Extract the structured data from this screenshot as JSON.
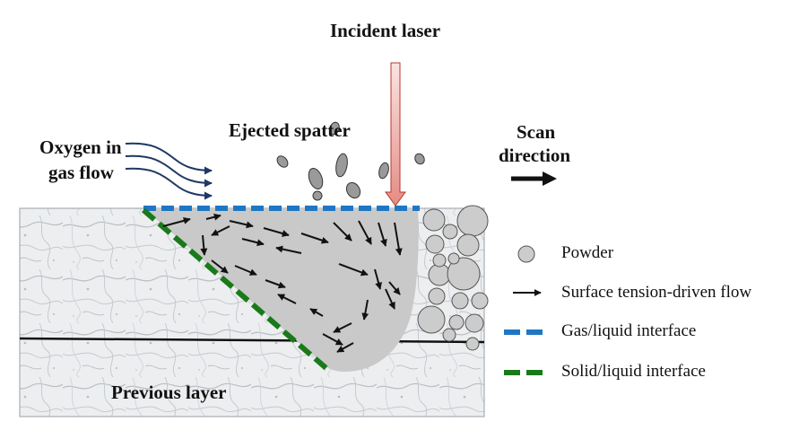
{
  "labels": {
    "incident_laser": "Incident laser",
    "ejected_spatter": "Ejected spatter",
    "oxygen_line1": "Oxygen in",
    "oxygen_line2": "gas flow",
    "scan_line1": "Scan",
    "scan_line2": "direction",
    "previous_layer": "Previous layer"
  },
  "legend": {
    "powder": "Powder",
    "flow": "Surface tension-driven flow",
    "gas_liquid": "Gas/liquid interface",
    "solid_liquid": "Solid/liquid interface"
  },
  "colors": {
    "gas_liquid_interface": "#1f77c4",
    "solid_liquid_interface": "#1a7a1a",
    "melt_pool": "#c8c8c8",
    "laser_beam": "#e89a95",
    "gas_flow_arrows": "#1f3864",
    "powder": "#cccccc"
  }
}
